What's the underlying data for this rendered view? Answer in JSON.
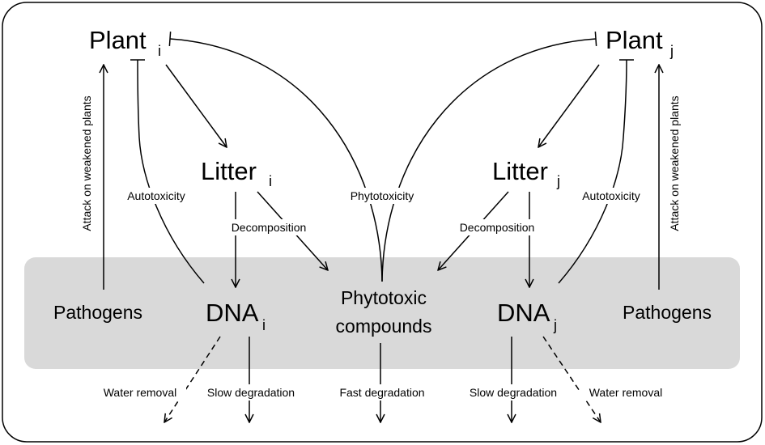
{
  "nodes": {
    "plant_i": {
      "label": "Plant",
      "sub": "i"
    },
    "plant_j": {
      "label": "Plant",
      "sub": "j"
    },
    "litter_i": {
      "label": "Litter",
      "sub": "i"
    },
    "litter_j": {
      "label": "Litter",
      "sub": "j"
    },
    "dna_i": {
      "label": "DNA",
      "sub": "i"
    },
    "dna_j": {
      "label": "DNA",
      "sub": "j"
    },
    "pathogens_left": "Pathogens",
    "pathogens_right": "Pathogens",
    "phytotoxic_line1": "Phytotoxic",
    "phytotoxic_line2": "compounds"
  },
  "edges": {
    "attack_left": "Attack on weakened plants",
    "attack_right": "Attack on weakened plants",
    "autotoxicity_left": "Autotoxicity",
    "autotoxicity_right": "Autotoxicity",
    "phytotoxicity": "Phytotoxicity",
    "decomposition_left": "Decomposition",
    "decomposition_right": "Decomposition",
    "water_removal_left": "Water removal",
    "water_removal_right": "Water removal",
    "slow_degradation_left": "Slow degradation",
    "slow_degradation_right": "Slow degradation",
    "fast_degradation": "Fast degradation"
  },
  "colors": {
    "soil_band": "#d9d9d9",
    "frame": "#000000"
  }
}
